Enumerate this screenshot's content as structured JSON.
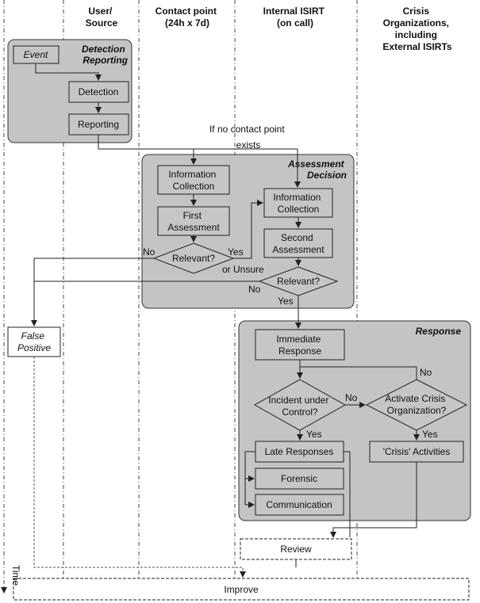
{
  "lanes": {
    "user_source": [
      "User/",
      "Source"
    ],
    "contact_point": [
      "Contact point",
      "(24h x 7d)"
    ],
    "internal_isirt": [
      "Internal ISIRT",
      "(on call)"
    ],
    "crisis_orgs": [
      "Crisis",
      "Organizations,",
      "including",
      "External ISIRTs"
    ]
  },
  "groups": {
    "detection": [
      "Detection",
      "Reporting"
    ],
    "assessment": [
      "Assessment",
      "Decision"
    ],
    "response": "Response"
  },
  "nodes": {
    "event": "Event",
    "detection": "Detection",
    "reporting": "Reporting",
    "info_collection_1": [
      "Information",
      "Collection"
    ],
    "first_assessment": [
      "First",
      "Assessment"
    ],
    "relevant_1": "Relevant?",
    "info_collection_2": [
      "Information",
      "Collection"
    ],
    "second_assessment": [
      "Second",
      "Assessment"
    ],
    "relevant_2": "Relevant?",
    "false_positive": [
      "False",
      "Positive"
    ],
    "immediate_response": [
      "Immediate",
      "Response"
    ],
    "incident_control": [
      "Incident under",
      "Control?"
    ],
    "activate_crisis": [
      "Activate Crisis",
      "Organization?"
    ],
    "late_responses": "Late Responses",
    "crisis_activities": "'Crisis' Activities",
    "forensic": "Forensic",
    "communication": "Communication",
    "review": "Review",
    "improve": "Improve"
  },
  "edge_labels": {
    "no_contact_point": [
      "If no contact point",
      "exists"
    ],
    "no_1": "No",
    "yes_unsure": [
      "Yes",
      "or Unsure"
    ],
    "no_2": "No",
    "yes_2": "Yes",
    "no_3": "No",
    "no_4": "No",
    "yes_3": "Yes",
    "yes_4": "Yes"
  },
  "time_axis": "Time",
  "colors": {
    "group_fill": "#c4c4c4",
    "box_fill": "#c6c6c6",
    "line": "#222222"
  }
}
